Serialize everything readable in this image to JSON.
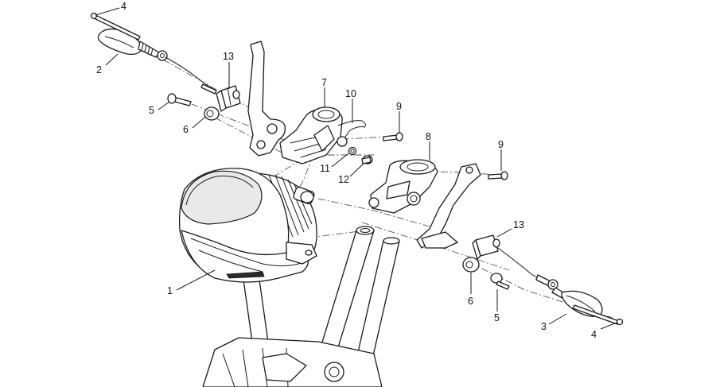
{
  "callouts": [
    {
      "id": "c4a",
      "label": "4"
    },
    {
      "id": "c2",
      "label": "2"
    },
    {
      "id": "c13a",
      "label": "13"
    },
    {
      "id": "c5a",
      "label": "5"
    },
    {
      "id": "c6a",
      "label": "6"
    },
    {
      "id": "c7",
      "label": "7"
    },
    {
      "id": "c10",
      "label": "10"
    },
    {
      "id": "c9a",
      "label": "9"
    },
    {
      "id": "c11",
      "label": "11"
    },
    {
      "id": "c12",
      "label": "12"
    },
    {
      "id": "c8",
      "label": "8"
    },
    {
      "id": "c9b",
      "label": "9"
    },
    {
      "id": "c13b",
      "label": "13"
    },
    {
      "id": "c1",
      "label": "1"
    },
    {
      "id": "c6b",
      "label": "6"
    },
    {
      "id": "c5b",
      "label": "5"
    },
    {
      "id": "c3",
      "label": "3"
    },
    {
      "id": "c4b",
      "label": "4"
    }
  ]
}
